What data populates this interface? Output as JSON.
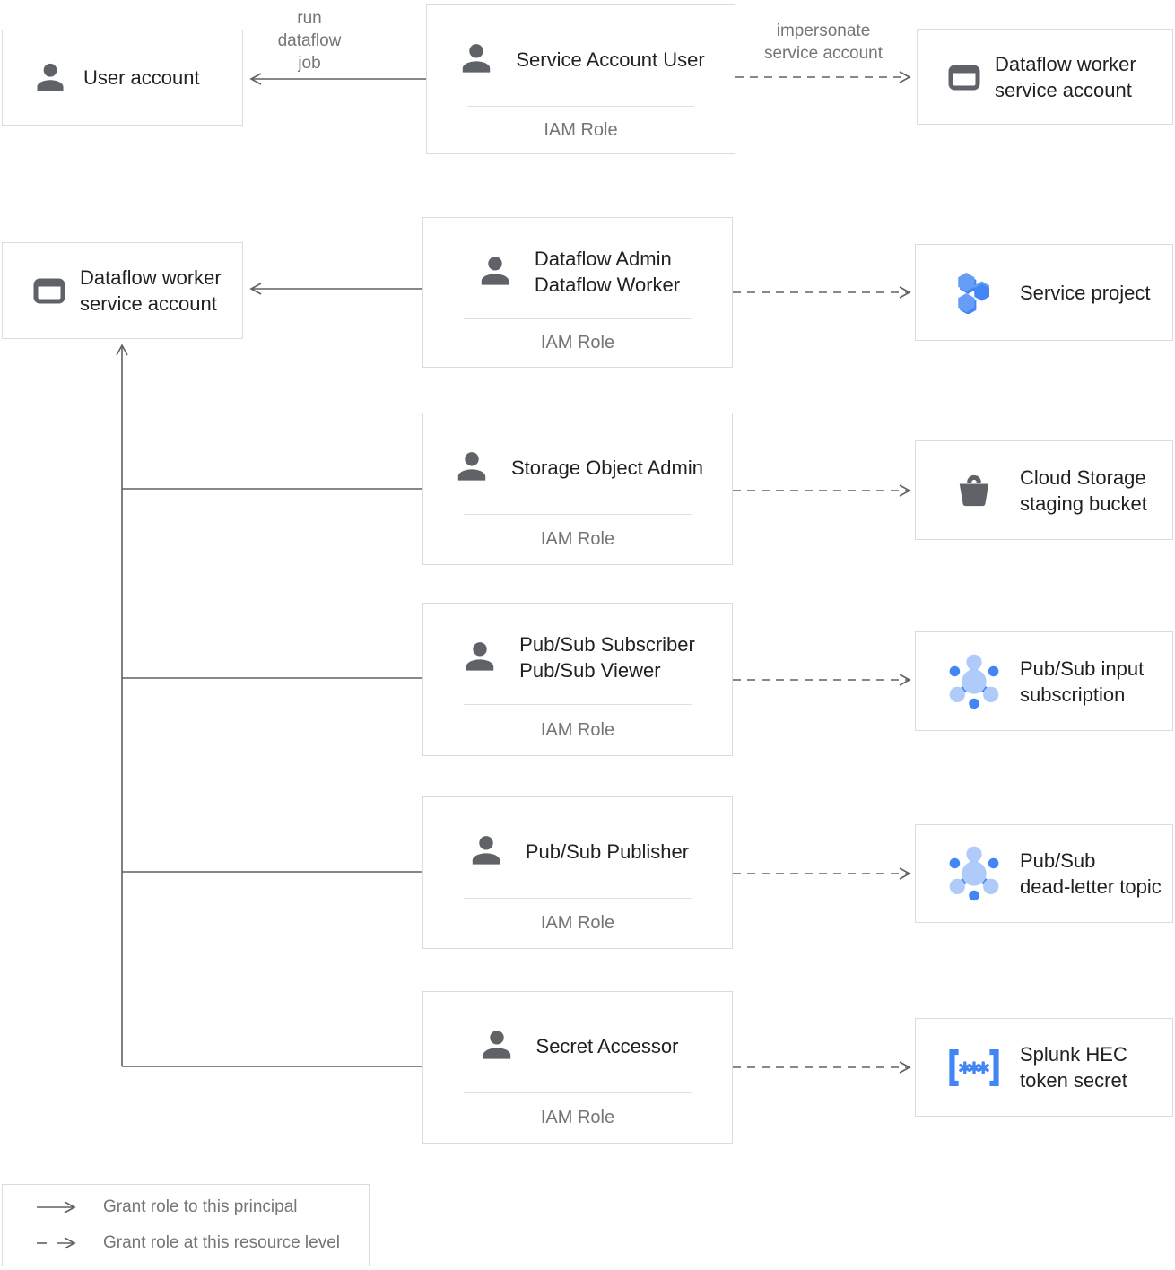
{
  "diagram_title": "Dataflow to Splunk IAM roles",
  "colors": {
    "box_border": "#dadce0",
    "connector": "#616161",
    "text_dark": "#202124",
    "text_gray": "#757575",
    "icon_gray": "#5f6368",
    "blue": "#4285f4",
    "blue_light": "#aecbfa",
    "blue_mid": "#669df6"
  },
  "entities": {
    "user_account": {
      "lines": [
        "User account"
      ]
    },
    "dataflow_worker_sa_top": {
      "lines": [
        "Dataflow worker",
        "service account"
      ]
    },
    "dataflow_worker_sa_left": {
      "lines": [
        "Dataflow worker",
        "service account"
      ]
    }
  },
  "iam_boxes": [
    {
      "roles": [
        "Service Account User"
      ],
      "footer": "IAM Role"
    },
    {
      "roles": [
        "Dataflow Admin",
        "Dataflow Worker"
      ],
      "footer": "IAM Role"
    },
    {
      "roles": [
        "Storage Object Admin"
      ],
      "footer": "IAM Role"
    },
    {
      "roles": [
        "Pub/Sub Subscriber",
        "Pub/Sub Viewer"
      ],
      "footer": "IAM Role"
    },
    {
      "roles": [
        "Pub/Sub Publisher"
      ],
      "footer": "IAM Role"
    },
    {
      "roles": [
        "Secret Accessor"
      ],
      "footer": "IAM Role"
    }
  ],
  "resources": [
    {
      "lines": [
        "Service project"
      ],
      "icon": "project-icon"
    },
    {
      "lines": [
        "Cloud Storage",
        "staging bucket"
      ],
      "icon": "storage-bucket-icon"
    },
    {
      "lines": [
        "Pub/Sub input",
        "subscription"
      ],
      "icon": "pubsub-icon"
    },
    {
      "lines": [
        "Pub/Sub",
        "dead-letter topic"
      ],
      "icon": "pubsub-icon"
    },
    {
      "lines": [
        "Splunk HEC",
        "token secret"
      ],
      "icon": "secret-icon"
    }
  ],
  "edge_labels": {
    "run_dataflow_job": {
      "lines": [
        "run",
        "dataflow",
        "job"
      ]
    },
    "impersonate": {
      "lines": [
        "impersonate",
        "service account"
      ]
    }
  },
  "legend": {
    "solid_label": "Grant role to this principal",
    "dashed_label": "Grant role at this resource level"
  }
}
